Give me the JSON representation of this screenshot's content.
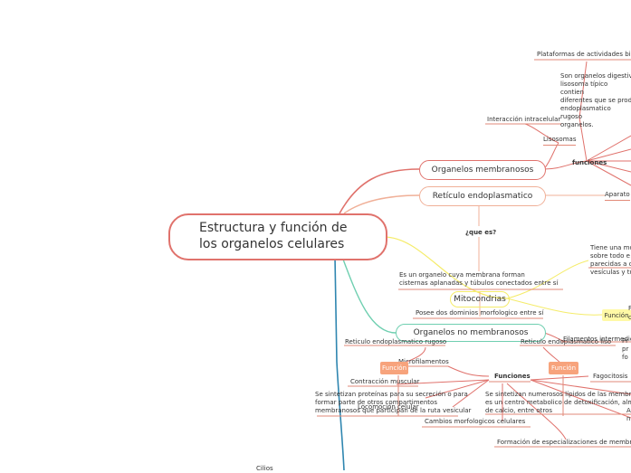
{
  "central": {
    "title_line1": "Estructura y función de",
    "title_line2": "los organelos celulares"
  },
  "main_nodes": {
    "membranosos": "Organelos membranosos",
    "reticulo": "Retículo endoplasmatico",
    "no_membranosos": "Organelos no membranosos"
  },
  "labels": {
    "plataformas": "Plataformas de actividades bi",
    "lisosoma_desc": [
      "Son organelos digestiv",
      "lisosoma típico contien",
      "diferentes que se prod",
      "endoplasmatico rugoso",
      "organelos."
    ],
    "interaccion": "Interacción intracelular",
    "lisosomas": "Lisosomas",
    "funciones_top": "funciones",
    "aparato": "Aparato",
    "que_es": "¿que es?",
    "tiene": [
      "Tiene una mo",
      "sobre todo e",
      "parecidas a c",
      "vesículas y tu"
    ],
    "funcion_y": "Función",
    "mitocondrias": "Mitocondrias",
    "es_un": [
      "Es un organelo cuya membrana forman",
      "cisternas aplanadas y túbulos conectados entre sí"
    ],
    "posee": "Posee dos dominios morfologico entre sí",
    "p_right": "F",
    "c_right": "c",
    "filamentos": "Filamentos intermedios",
    "re_rugoso": "Reticulo endoplasmatico rugoso",
    "re_liso": "Reticulo endoplasmatico liso",
    "pr_right": [
      "Pr",
      "pr",
      "fo"
    ],
    "microfilamentos": "Microfilamentos",
    "funcion_left": "Función",
    "funcion_right": "Función",
    "funciones_mid": "Funciones",
    "fagocitosis": "Fagocitosis",
    "contraccion": "Contracción muscular",
    "sintetizan_prot": [
      "Se sintetizan proteínas para su secreción o para",
      "formar parte de otros compartimentos",
      "membranosos que participan de la ruta vesicular"
    ],
    "locomocion": "Locomoción celular",
    "sintetizan_lip": [
      "Se sintetizan numerosos lípidos de las membrana",
      "es un centro metabolico de detoxificación, alma",
      "de calcio, entre otros"
    ],
    "a_right": [
      "A",
      "n"
    ],
    "cambios": "Cambios morfologicos celulares",
    "formacion": "Formación de especializaciones de membra",
    "cilios": "Cilios"
  },
  "colors": {
    "red": "#e0726c",
    "salmon": "#f0b098",
    "green": "#6fcfb0",
    "blue": "#2f86b0",
    "yellow": "#f5ec6a",
    "orange_tag": "#f7a37c"
  }
}
